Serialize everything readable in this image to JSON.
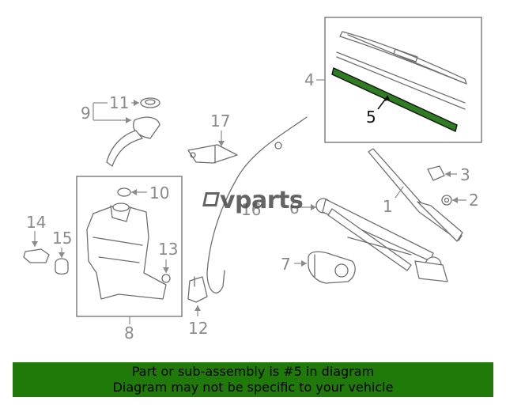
{
  "callouts": {
    "c1": "1",
    "c2": "2",
    "c3": "3",
    "c4": "4",
    "c5": "5",
    "c6": "6",
    "c7": "7",
    "c8": "8",
    "c9": "9",
    "c10": "10",
    "c11": "11",
    "c12": "12",
    "c13": "13",
    "c14": "14",
    "c15": "15",
    "c16": "16",
    "c17": "17"
  },
  "highlight": {
    "part": "5",
    "color": "#2e7d20"
  },
  "watermark": {
    "text": "vparts"
  },
  "banner": {
    "line1": "Part or sub-assembly is #5 in diagram",
    "line2": "Diagram may not be specific to your vehicle",
    "background": "#1f7a0a"
  }
}
